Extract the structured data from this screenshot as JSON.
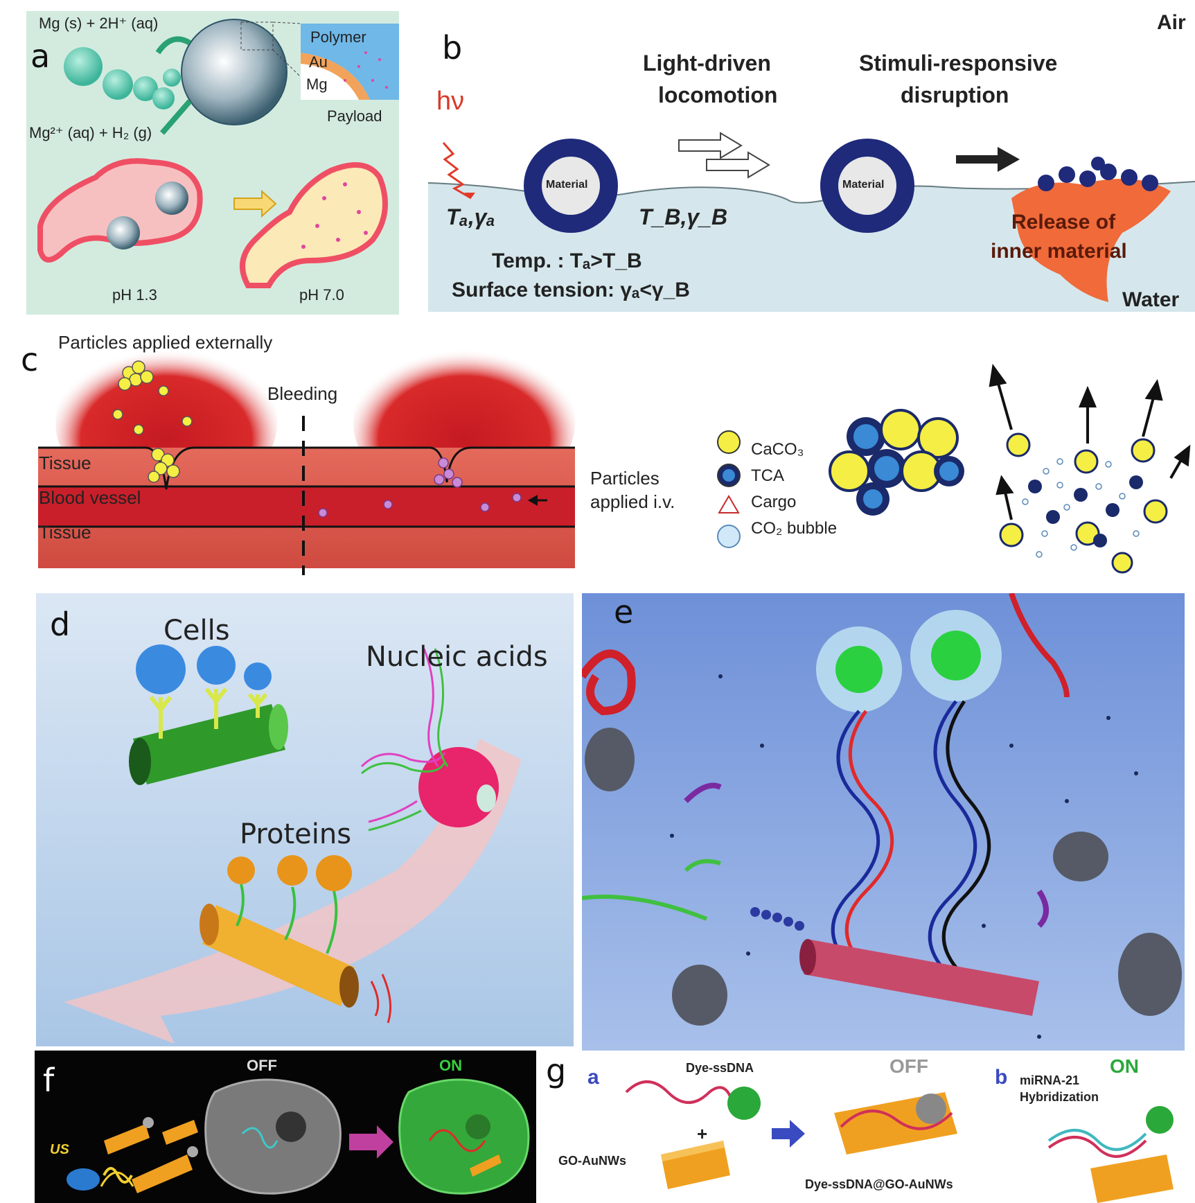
{
  "panel_a": {
    "label": "a",
    "reaction_top": "Mg (s) + 2H⁺ (aq)",
    "reaction_bottom": "Mg²⁺ (aq) + H₂ (g)",
    "layers": [
      "Polymer",
      "Au",
      "Mg"
    ],
    "payload": "Payload",
    "ph_left": "pH 1.3",
    "ph_right": "pH 7.0"
  },
  "panel_b": {
    "label": "b",
    "air": "Air",
    "water": "Water",
    "hv": "hν",
    "step1": [
      "Light-driven",
      "locomotion"
    ],
    "step2": [
      "Stimuli-responsive",
      "disruption"
    ],
    "material": "Material",
    "ta": "Tₐ,γₐ",
    "tb": "T_B,γ_B",
    "release": [
      "Release of",
      "inner material"
    ],
    "temp": "Temp. : Tₐ>T_B",
    "surface": "Surface tension: γₐ<γ_B"
  },
  "panel_c": {
    "label": "c",
    "external": "Particles applied externally",
    "bleeding": "Bleeding",
    "tissue": "Tissue",
    "vessel": "Blood vessel",
    "iv": [
      "Particles",
      "applied i.v."
    ],
    "legend": [
      "CaCO₃",
      "TCA",
      "Cargo",
      "CO₂ bubble"
    ]
  },
  "panel_d": {
    "label": "d",
    "cells": "Cells",
    "nucleic": "Nucleic acids",
    "proteins": "Proteins"
  },
  "panel_e": {
    "label": "e"
  },
  "panel_f": {
    "label": "f",
    "us": "US",
    "off": "OFF",
    "on": "ON"
  },
  "panel_g": {
    "label": "g",
    "sub_a": "a",
    "sub_b": "b",
    "dye": "Dye-ssDNA",
    "plus": "+",
    "go": "GO-AuNWs",
    "off": "OFF",
    "complex": "Dye-ssDNA@GO-AuNWs",
    "on": "ON",
    "mirna": [
      "miRNA-21",
      "Hybridization"
    ]
  },
  "colors": {
    "tissue": "#d9544a",
    "vessel": "#c8202a",
    "panel_d_bg": "#b9d2ec",
    "panel_e_bg": "#8fb0e6"
  }
}
